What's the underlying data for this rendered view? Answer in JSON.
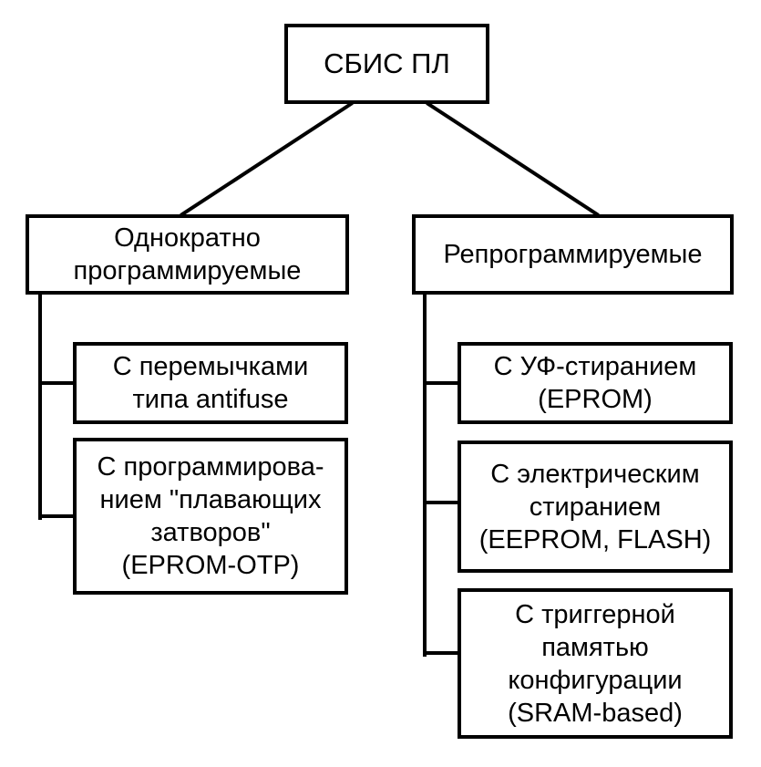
{
  "diagram": {
    "root": {
      "lines": [
        "СБИС ПЛ"
      ]
    },
    "left_branch": {
      "category": {
        "lines": [
          "Однократно",
          "программируемые"
        ]
      },
      "children": [
        {
          "lines": [
            "С перемычками",
            "типа antifuse"
          ]
        },
        {
          "lines": [
            "С программирова-",
            "нием \"плавающих",
            "затворов\"",
            "(EPROM-OTP)"
          ]
        }
      ]
    },
    "right_branch": {
      "category": {
        "lines": [
          "Репрограммируемые"
        ]
      },
      "children": [
        {
          "lines": [
            "С УФ-стиранием",
            "(EPROM)"
          ]
        },
        {
          "lines": [
            "С электрическим",
            "стиранием",
            "(EEPROM, FLASH)"
          ]
        },
        {
          "lines": [
            "С триггерной",
            "памятью",
            "конфигурации",
            "(SRAM-based)"
          ]
        }
      ]
    }
  }
}
